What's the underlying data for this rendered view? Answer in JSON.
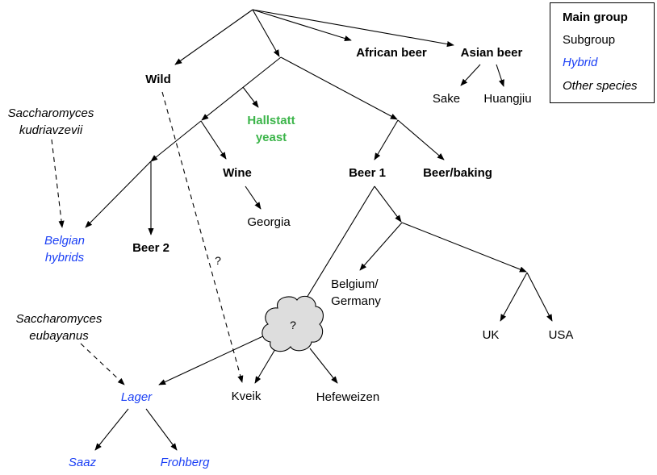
{
  "legend": {
    "main_group": "Main group",
    "subgroup": "Subgroup",
    "hybrid": "Hybrid",
    "other_species": "Other species"
  },
  "colors": {
    "hybrid": "#1a3ff5",
    "hallstatt": "#3cb54a",
    "cloud_fill": "#dddddd",
    "line": "#000000"
  },
  "nodes": {
    "wild": "Wild",
    "african_beer": "African beer",
    "asian_beer": "Asian beer",
    "sake": "Sake",
    "huangjiu": "Huangjiu",
    "hallstatt_line1": "Hallstatt",
    "hallstatt_line2": "yeast",
    "wine": "Wine",
    "georgia": "Georgia",
    "beer1": "Beer 1",
    "beer_baking": "Beer/baking",
    "beer2": "Beer 2",
    "belgian_line1": "Belgian",
    "belgian_line2": "hybrids",
    "kudriavzevii_line1": "Saccharomyces",
    "kudriavzevii_line2": "kudriavzevii",
    "belgium_line1": "Belgium/",
    "belgium_line2": "Germany",
    "uk": "UK",
    "usa": "USA",
    "eubayanus_line1": "Saccharomyces",
    "eubayanus_line2": "eubayanus",
    "lager": "Lager",
    "kveik": "Kveik",
    "hefeweizen": "Hefeweizen",
    "saaz": "Saaz",
    "frohberg": "Frohberg",
    "cloud_label": "?",
    "wild_kveik_question": "?"
  }
}
